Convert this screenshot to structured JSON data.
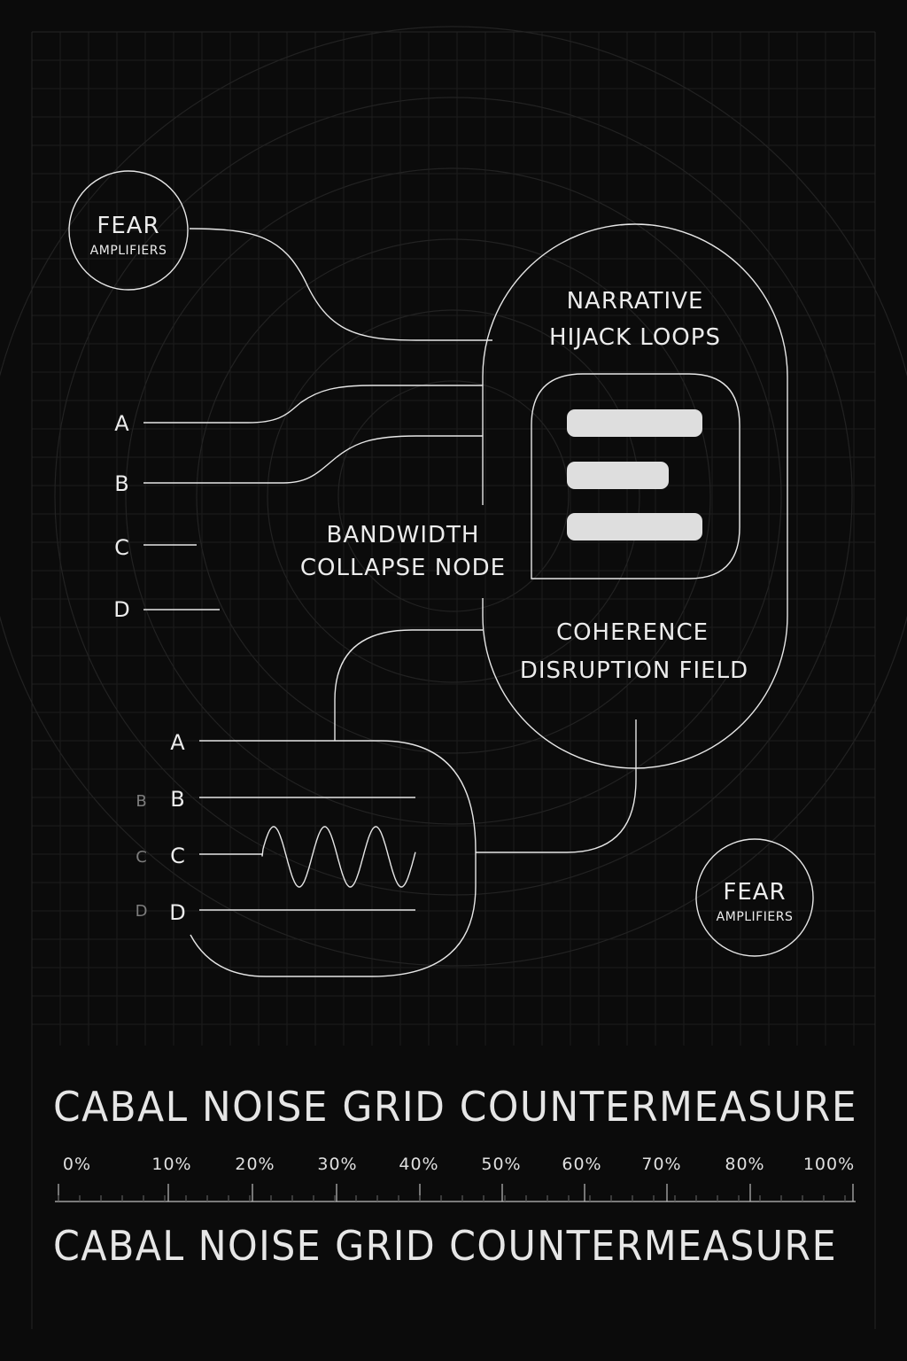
{
  "nodes": {
    "fear_top": {
      "title": "FEAR",
      "subtitle": "AMPLIFIERS"
    },
    "fear_bottom": {
      "title": "FEAR",
      "subtitle": "AMPLIFIERS"
    },
    "narrative": {
      "line1": "NARRATIVE",
      "line2": "HIJACK LOOPS"
    },
    "bandwidth": {
      "line1": "BANDWIDTH",
      "line2": "COLLAPSE NODE"
    },
    "coherence": {
      "line1": "COHERENCE",
      "line2": "DISRUPTION FIELD"
    }
  },
  "upper_inputs": [
    "A",
    "B",
    "C",
    "D"
  ],
  "lower_inputs": [
    "A",
    "B",
    "C",
    "D"
  ],
  "lower_faint_labels": [
    "B",
    "C",
    "D"
  ],
  "title_top": "CABAL NOISE GRID COUNTERMEASURE",
  "title_bottom": "CABAL NOISE GRID COUNTERMEASURE",
  "scale": {
    "ticks": [
      "0%",
      "10%",
      "20%",
      "30%",
      "40%",
      "50%",
      "60%",
      "70%",
      "80%",
      "100%"
    ]
  },
  "colors": {
    "background": "#0b0b0b",
    "line": "#e6e6e6",
    "bars": "#dedede"
  }
}
